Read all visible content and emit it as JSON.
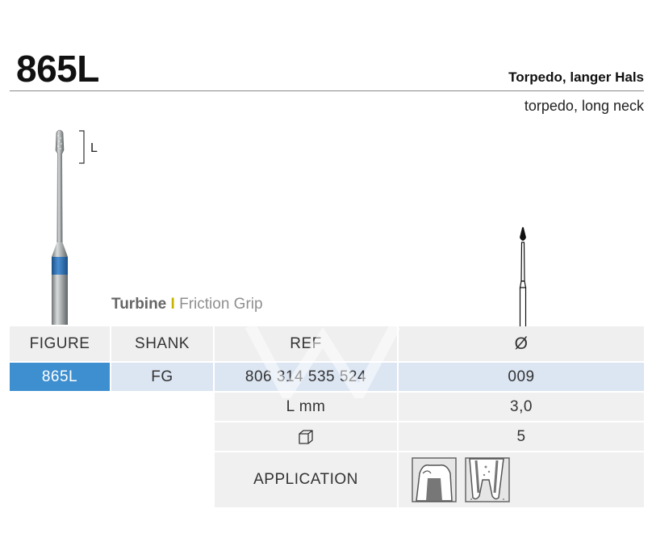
{
  "product": {
    "code": "865L",
    "name_de": "Torpedo, langer Hals",
    "name_en": "torpedo, long neck",
    "dimension_label": "L"
  },
  "shank_type": {
    "main": "Turbine",
    "separator": "I",
    "sub": "Friction Grip"
  },
  "table": {
    "headers": {
      "figure": "FIGURE",
      "shank": "SHANK",
      "ref": "REF",
      "diameter": "Ø"
    },
    "row": {
      "figure": "865L",
      "shank": "FG",
      "ref": "806 314 535 524",
      "diameter": "009"
    },
    "length": {
      "label": "L mm",
      "value": "3,0"
    },
    "package": {
      "icon": "package-box-icon",
      "value": "5"
    },
    "application": {
      "label": "APPLICATION",
      "icons": [
        "crown-preparation-icon",
        "root-canal-icon"
      ]
    }
  },
  "colors": {
    "shank_ring": "#2a6fb5",
    "figure_cell": "#3e8fd0",
    "highlight_row": "#dce5f2",
    "header_cell": "#efefef",
    "separator_accent": "#c8b400"
  }
}
